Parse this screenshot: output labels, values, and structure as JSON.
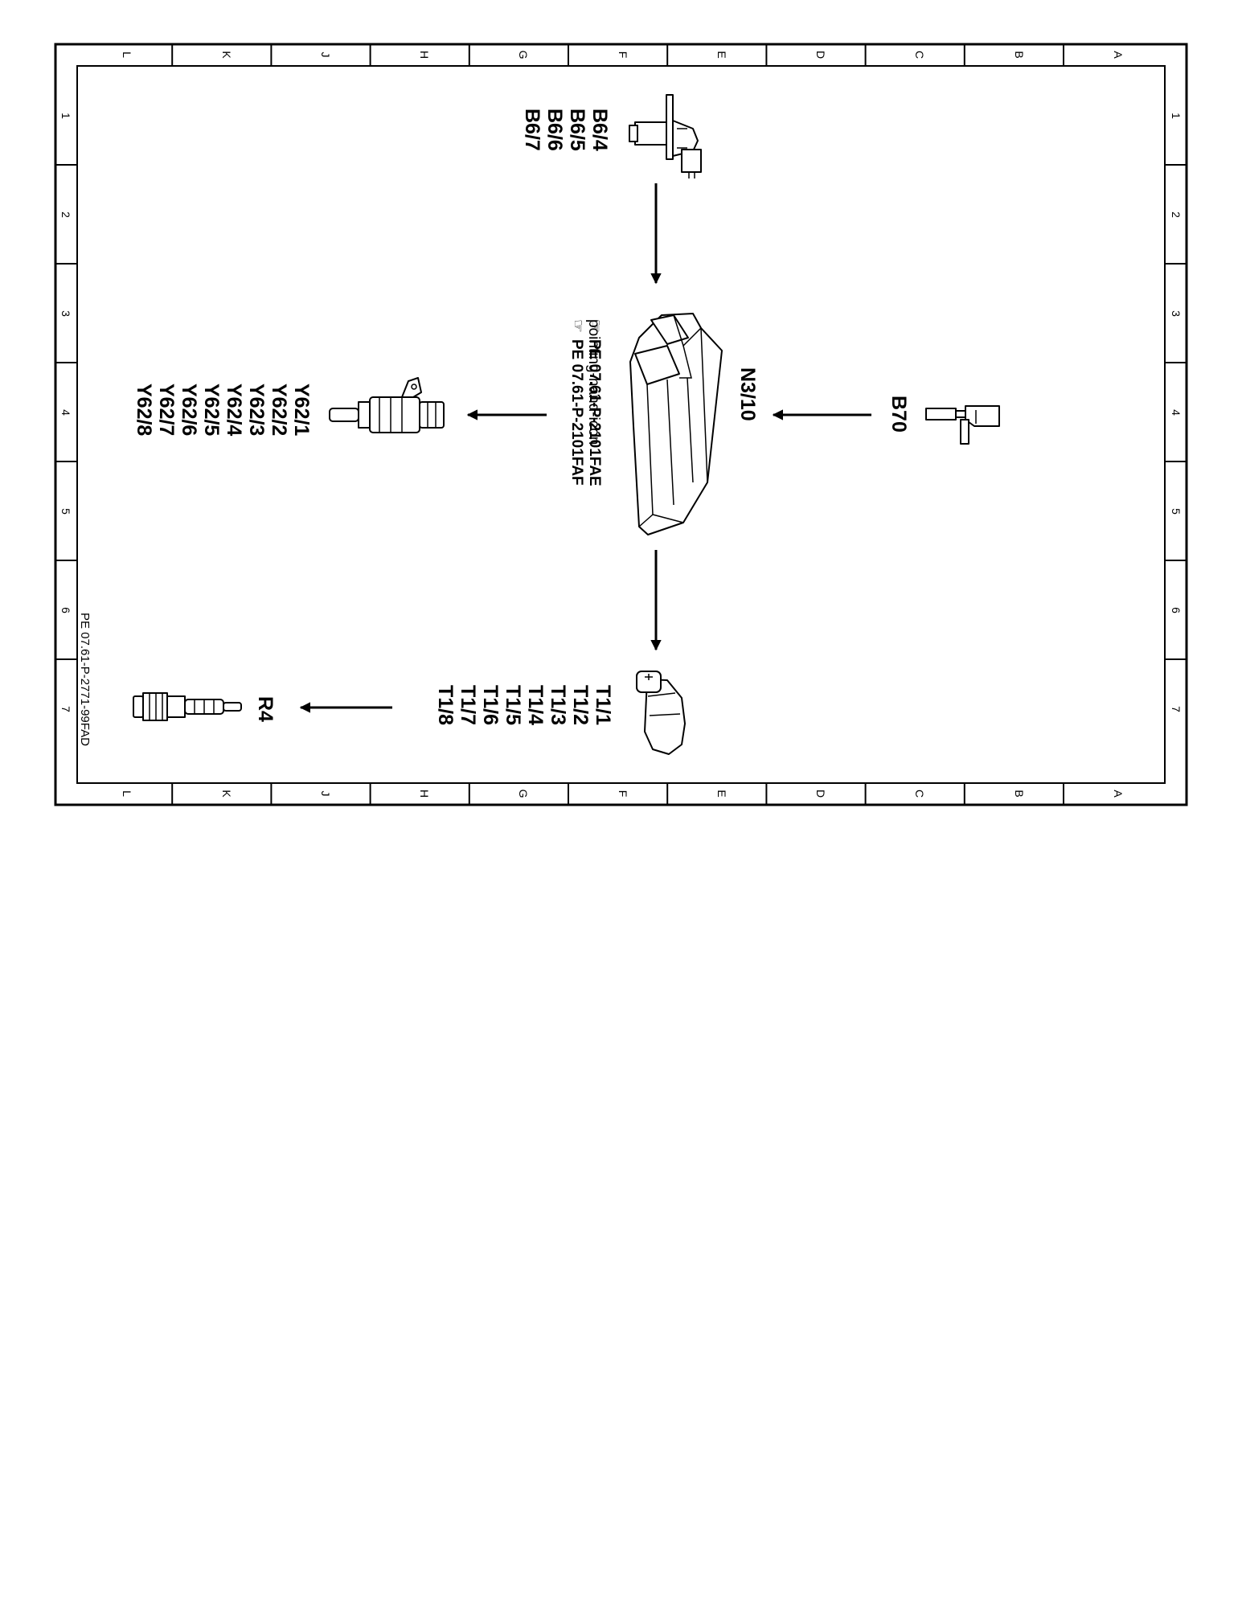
{
  "border": {
    "letters": [
      "L",
      "K",
      "J",
      "H",
      "G",
      "F",
      "E",
      "D",
      "C",
      "B",
      "A"
    ],
    "numbers": [
      "1",
      "2",
      "3",
      "4",
      "5",
      "6",
      "7"
    ]
  },
  "document_reference": "PE 07.61-P-2771-99FAD",
  "components": {
    "camshaft_sensors": {
      "labels": [
        "B6/4",
        "B6/5",
        "B6/6",
        "B6/7"
      ],
      "icon": "camshaft-position-sensor-icon"
    },
    "crankshaft_sensor": {
      "label": "B70",
      "icon": "crankshaft-position-sensor-icon"
    },
    "control_unit": {
      "label": "N3/10",
      "icon": "engine-control-unit-icon",
      "references": [
        "PE 07.61-P-2101FAE",
        "PE 07.61-P-2101FAF"
      ],
      "reference_icon": "pointing-hand-icon"
    },
    "injectors": {
      "labels": [
        "Y62/1",
        "Y62/2",
        "Y62/3",
        "Y62/4",
        "Y62/5",
        "Y62/6",
        "Y62/7",
        "Y62/8"
      ],
      "icon": "fuel-injector-icon"
    },
    "ignition_coils": {
      "labels": [
        "T1/1",
        "T1/2",
        "T1/3",
        "T1/4",
        "T1/5",
        "T1/6",
        "T1/7",
        "T1/8"
      ],
      "icon": "ignition-coil-icon"
    },
    "spark_plug": {
      "label": "R4",
      "icon": "spark-plug-icon"
    }
  },
  "connections": [
    {
      "from": "camshaft_sensors",
      "to": "control_unit"
    },
    {
      "from": "crankshaft_sensor",
      "to": "control_unit"
    },
    {
      "from": "control_unit",
      "to": "injectors"
    },
    {
      "from": "control_unit",
      "to": "ignition_coils"
    },
    {
      "from": "ignition_coils",
      "to": "spark_plug"
    }
  ]
}
